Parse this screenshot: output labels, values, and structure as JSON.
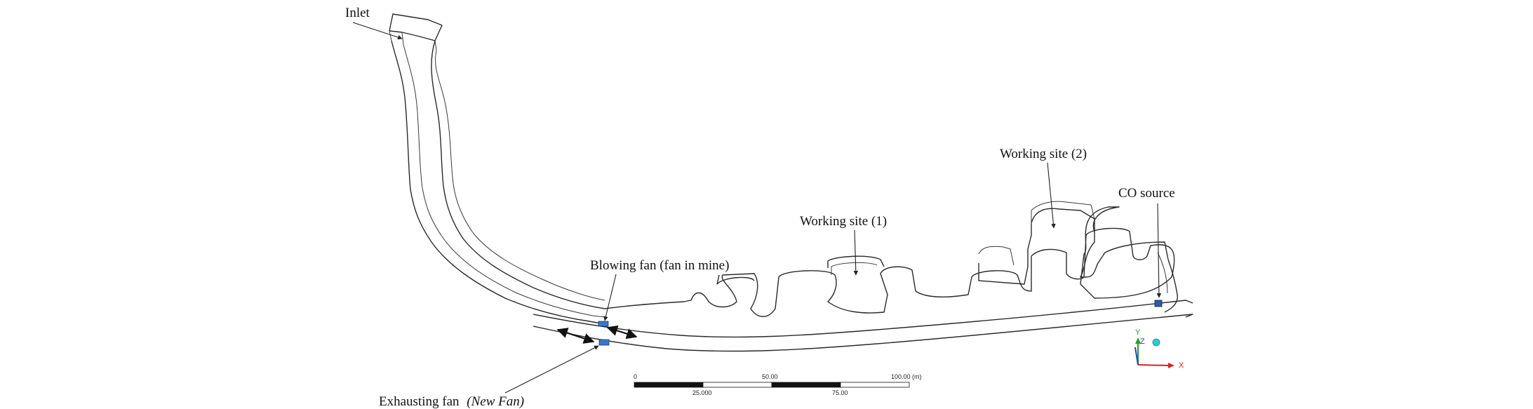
{
  "labels": {
    "inlet": "Inlet",
    "working_site_1": "Working site (1)",
    "working_site_2": "Working site (2)",
    "co_source": "CO source",
    "blowing_fan": "Blowing fan (fan in mine)",
    "exhausting_fan_prefix": "Exhausting fan",
    "exhausting_fan_name": "(New Fan)"
  },
  "scale_bar": {
    "top_ticks": [
      "0",
      "50.00",
      "100.00 (m)"
    ],
    "bottom_ticks": [
      "25.000",
      "75.00"
    ]
  },
  "axis_triad": {
    "x_label": "X",
    "y_label": "Y",
    "z_label": "Z",
    "x_color": "#e02020",
    "y_color": "#20a020",
    "z_color": "#2040d0"
  },
  "colors": {
    "fan": "#3a78c8",
    "co_source": "#2a5aa8",
    "outline": "#2a2a2a"
  }
}
